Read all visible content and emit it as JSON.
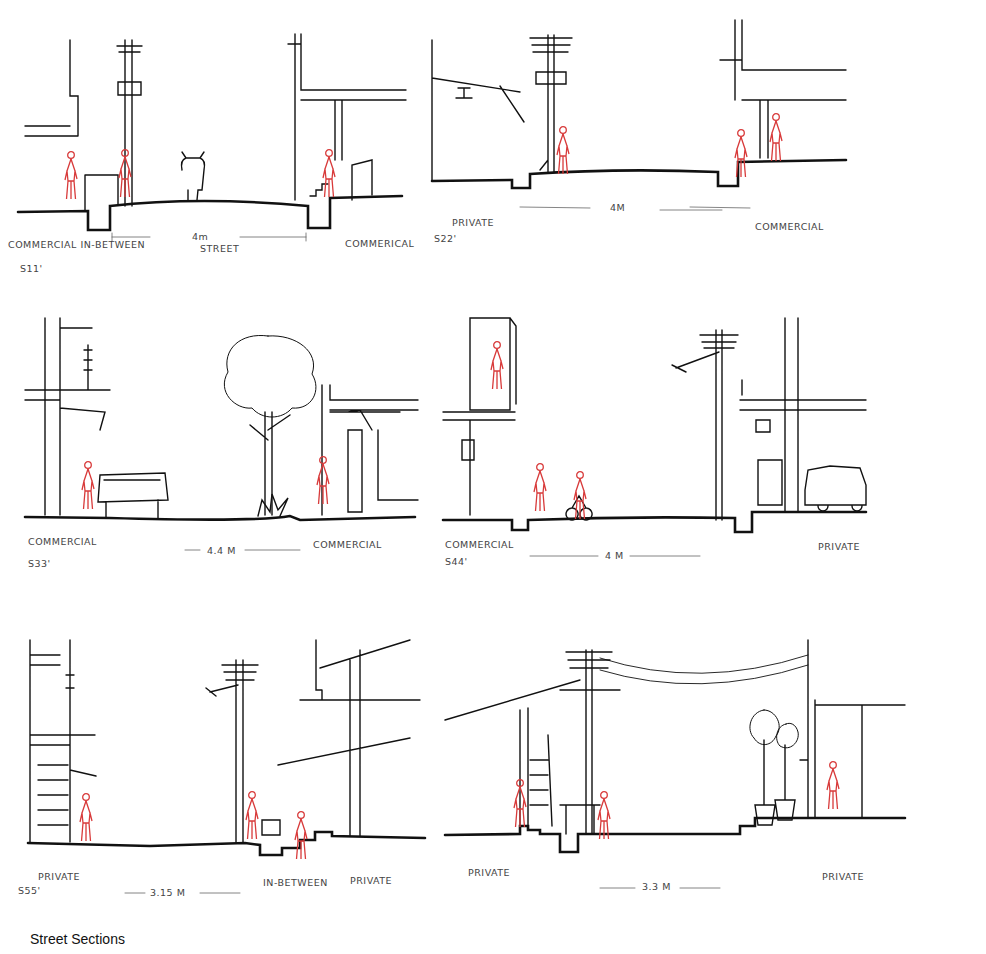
{
  "diagram": {
    "caption": "Street Sections",
    "labels": [
      "COMMERCIAL IN-BETWEEN",
      "4m",
      "STREET",
      "COMMERICAL",
      "S11'",
      "PRIVATE",
      "4M",
      "COMMERCIAL",
      "S22'",
      "COMMERCIAL",
      "4.4 M",
      "COMMERCIAL",
      "S33'",
      "COMMERCIAL",
      "S44'",
      "4 M",
      "PRIVATE",
      "PRIVATE",
      "S55'",
      "3.15 M",
      "IN-BETWEEN",
      "PRIVATE",
      "PRIVATE",
      "3.3 M",
      "PRIVATE"
    ]
  }
}
